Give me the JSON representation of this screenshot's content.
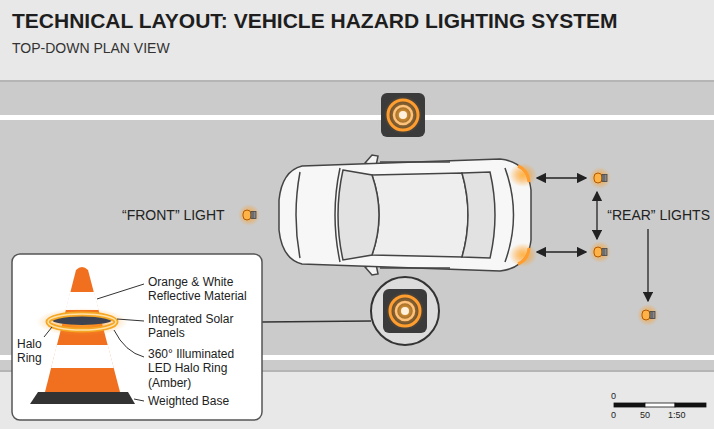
{
  "diagram": {
    "title": "TECHNICAL LAYOUT: VEHICLE HAZARD LIGHTING SYSTEM",
    "caption": "TOP-DOWN PLAN VIEW",
    "labels": [
      "“FRONT” LIGHT",
      "“REAR” LIGHTS",
      "Orange & White Reflective Material",
      "Integrated Solar Panels",
      "360° Illuminated LED Halo Ring (Amber)",
      "Weighted Base",
      "Halo Ring",
      "0",
      "0",
      "50",
      "1:50"
    ]
  }
}
